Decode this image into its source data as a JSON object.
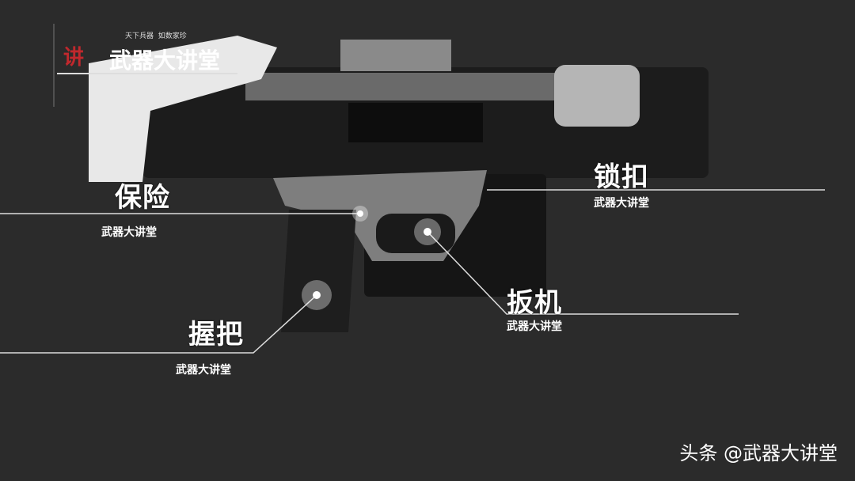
{
  "logo": {
    "slogan": "天下兵器  如数家珍",
    "name": "武器大讲堂"
  },
  "callouts": [
    {
      "label": "保险",
      "sub": "武器大讲堂"
    },
    {
      "label": "锁扣",
      "sub": "武器大讲堂"
    },
    {
      "label": "扳机",
      "sub": "武器大讲堂"
    },
    {
      "label": "握把",
      "sub": "武器大讲堂"
    }
  ],
  "watermark": "头条 @武器大讲堂"
}
